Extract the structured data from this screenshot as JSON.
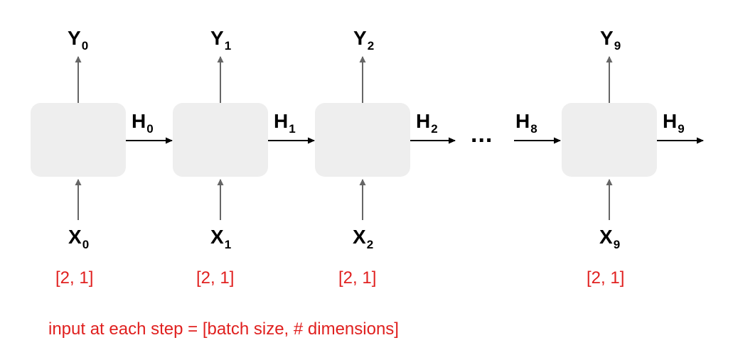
{
  "diagram": {
    "cells": [
      {
        "output": {
          "letter": "Y",
          "sub": "0"
        },
        "input": {
          "letter": "X",
          "sub": "0"
        },
        "hidden": {
          "letter": "H",
          "sub": "0"
        },
        "shape": "[2, 1]"
      },
      {
        "output": {
          "letter": "Y",
          "sub": "1"
        },
        "input": {
          "letter": "X",
          "sub": "1"
        },
        "hidden": {
          "letter": "H",
          "sub": "1"
        },
        "shape": "[2, 1]"
      },
      {
        "output": {
          "letter": "Y",
          "sub": "2"
        },
        "input": {
          "letter": "X",
          "sub": "2"
        },
        "hidden": {
          "letter": "H",
          "sub": "2"
        },
        "shape": "[2, 1]"
      },
      {
        "output": {
          "letter": "Y",
          "sub": "9"
        },
        "input": {
          "letter": "X",
          "sub": "9"
        },
        "hidden": {
          "letter": "H",
          "sub": "9"
        },
        "shape": "[2, 1]"
      }
    ],
    "pre_last_hidden": {
      "letter": "H",
      "sub": "8"
    },
    "ellipsis": "...",
    "caption": "input at each step = [batch size, # dimensions]",
    "colors": {
      "cell": "#eeeeee",
      "arrow_vertical": "#666666",
      "arrow_horizontal": "#000000",
      "shape_text": "#e0201f"
    }
  }
}
